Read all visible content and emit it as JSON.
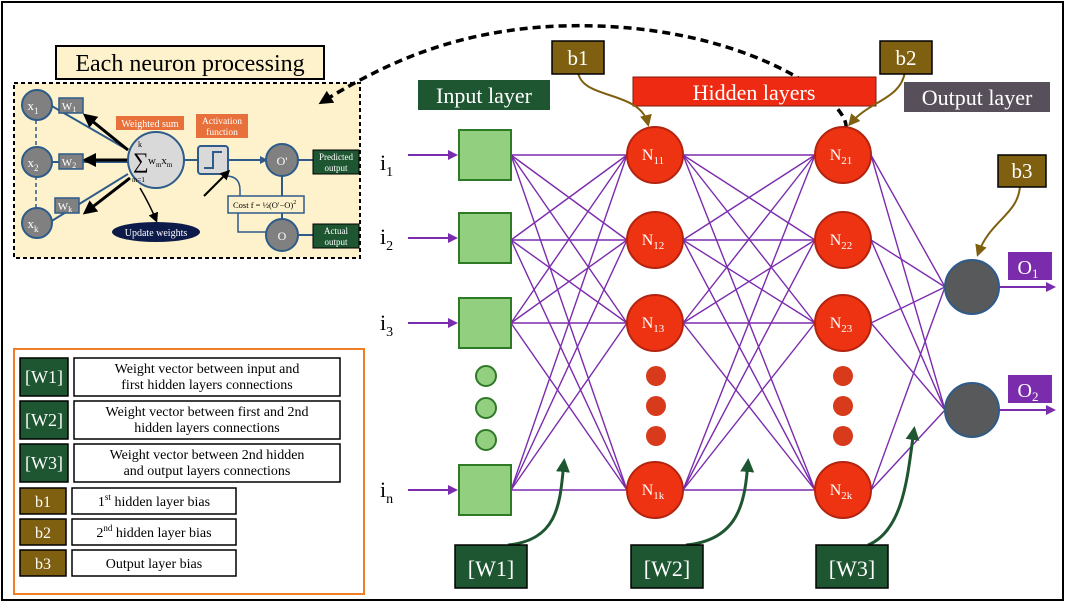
{
  "inset": {
    "title": "Each neuron processing",
    "x_nodes": [
      "x",
      "x",
      "x"
    ],
    "x_subs": [
      "1",
      "2",
      "k"
    ],
    "w_labels": [
      "W",
      "W",
      "W"
    ],
    "w_subs": [
      "1",
      "2",
      "k"
    ],
    "weighted_sum": "Weighted sum",
    "activation_line1": "Activation",
    "activation_line2": "function",
    "sum_top": "k",
    "sum_main": "w",
    "sum_m1": "m",
    "sum_x": "x",
    "sum_m2": "m",
    "sum_bottom": "m=1",
    "o_pred": "O'",
    "o_actual": "O",
    "predicted_line1": "Predicted",
    "predicted_line2": "output",
    "actual_line1": "Actual",
    "actual_line2": "output",
    "cost_text": "Cost f = ½(O'−O)",
    "cost_sup": "2",
    "update_weights": "Update weights"
  },
  "layers": {
    "input": "Input layer",
    "hidden": "Hidden layers",
    "output": "Output layer"
  },
  "biases": [
    "b1",
    "b2",
    "b3"
  ],
  "inputs": [
    {
      "base": "i",
      "sub": "1"
    },
    {
      "base": "i",
      "sub": "2"
    },
    {
      "base": "i",
      "sub": "3"
    },
    {
      "base": "i",
      "sub": "n"
    }
  ],
  "hidden1": [
    {
      "base": "N",
      "sub": "11"
    },
    {
      "base": "N",
      "sub": "12"
    },
    {
      "base": "N",
      "sub": "13"
    },
    {
      "base": "N",
      "sub": "1k"
    }
  ],
  "hidden2": [
    {
      "base": "N",
      "sub": "21"
    },
    {
      "base": "N",
      "sub": "22"
    },
    {
      "base": "N",
      "sub": "23"
    },
    {
      "base": "N",
      "sub": "2k"
    }
  ],
  "outputs": [
    {
      "base": "O",
      "sub": "1"
    },
    {
      "base": "O",
      "sub": "2"
    }
  ],
  "weights": [
    "[W1]",
    "[W2]",
    "[W3]"
  ],
  "legend": [
    {
      "key": "[W1]",
      "line1": "Weight vector between input and",
      "line2": "first hidden layers connections"
    },
    {
      "key": "[W2]",
      "line1": "Weight vector between first and 2nd",
      "line2": "hidden layers connections"
    },
    {
      "key": "[W3]",
      "line1": "Weight vector between 2nd hidden",
      "line2": "and output layers connections"
    },
    {
      "key": "b1",
      "pre": "1",
      "sup": "st",
      "post": " hidden layer bias"
    },
    {
      "key": "b2",
      "pre": "2",
      "sup": "nd",
      "post": " hidden layer bias"
    },
    {
      "key": "b3",
      "text": "Output layer bias"
    }
  ],
  "colors": {
    "green_dark": "#1e5631",
    "green_light": "#92d07f",
    "bias_brown": "#7f5f10",
    "neuron_red": "#ee3312",
    "output_gray": "#58595b",
    "edge_purple": "#7b2cad",
    "legend_border": "#f07e26",
    "inset_bg": "#fdf2cc"
  }
}
